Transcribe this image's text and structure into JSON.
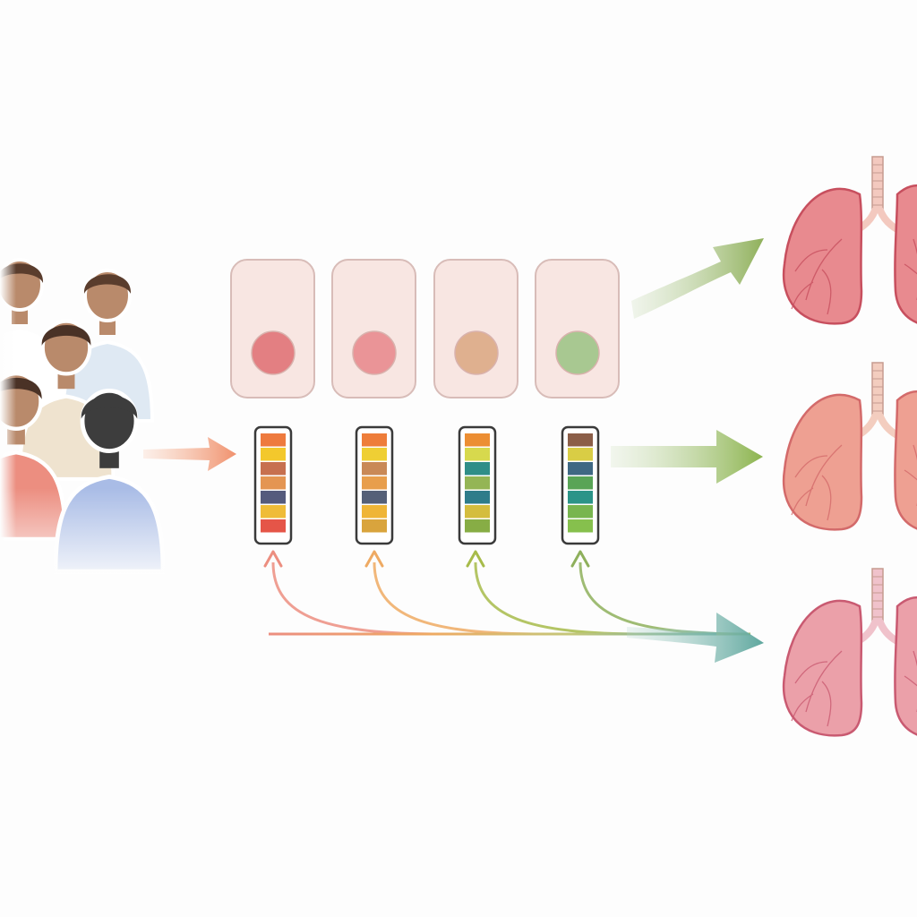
{
  "diagram": {
    "people": [
      {
        "name": "person-back-left",
        "skin": "#b98a6b",
        "shirt": "#ffffff",
        "hair": "#5a3d2d"
      },
      {
        "name": "person-back-right",
        "skin": "#b98a6b",
        "shirt": "#dfe9f3",
        "hair": "#5a3d2d"
      },
      {
        "name": "person-middle",
        "skin": "#b98a6b",
        "shirt": "#efe3cf",
        "hair": "#4a3226"
      },
      {
        "name": "person-front-left",
        "skin": "#b98a6b",
        "shirt": "#ec8e80",
        "hair": "#4a3226"
      },
      {
        "name": "person-front-silhouette",
        "skin": "#3d3d3d",
        "shirt": "#a9bce6",
        "hair": "#3d3d3d"
      }
    ],
    "cells": [
      {
        "nucleus_color": "#e37f82"
      },
      {
        "nucleus_color": "#ea9497"
      },
      {
        "nucleus_color": "#dfb08f"
      },
      {
        "nucleus_color": "#a8c891"
      }
    ],
    "profiles": [
      {
        "bands": [
          "#ee7a3e",
          "#f3c82c",
          "#c7704f",
          "#e49552",
          "#555b7d",
          "#efbc38",
          "#e55548"
        ]
      },
      {
        "bands": [
          "#ee7d3a",
          "#efcf34",
          "#c98957",
          "#e89e4c",
          "#556078",
          "#efb537",
          "#d9a43d"
        ]
      },
      {
        "bands": [
          "#ec8e33",
          "#d7d94d",
          "#2f8e88",
          "#94b555",
          "#2e7c8a",
          "#d4bd3e",
          "#87ad45"
        ]
      },
      {
        "bands": [
          "#8b5e48",
          "#d9cd45",
          "#3f6883",
          "#59a456",
          "#2b9488",
          "#78b54f",
          "#86c04d"
        ]
      }
    ],
    "lungs": [
      {
        "fill": "#e88a8f",
        "shade": "#c74f5e",
        "trachea": "#f3c9bf"
      },
      {
        "fill": "#eea092",
        "shade": "#d36a6a",
        "trachea": "#f3cdbf"
      },
      {
        "fill": "#eba0a9",
        "shade": "#c95a71",
        "trachea": "#f0c2cb"
      }
    ],
    "colors": {
      "people_arrow": "#f0916d",
      "arrow_top": "#8fb05a",
      "arrow_mid": "#8cb44e",
      "arrow_bottom": "#5ea79e",
      "curve_colors": [
        "#ec8e80",
        "#eeaa63",
        "#a7bb4a",
        "#8eb05c"
      ],
      "cell_fill": "#f8e6e2",
      "cell_stroke": "#d8bcb8"
    }
  }
}
